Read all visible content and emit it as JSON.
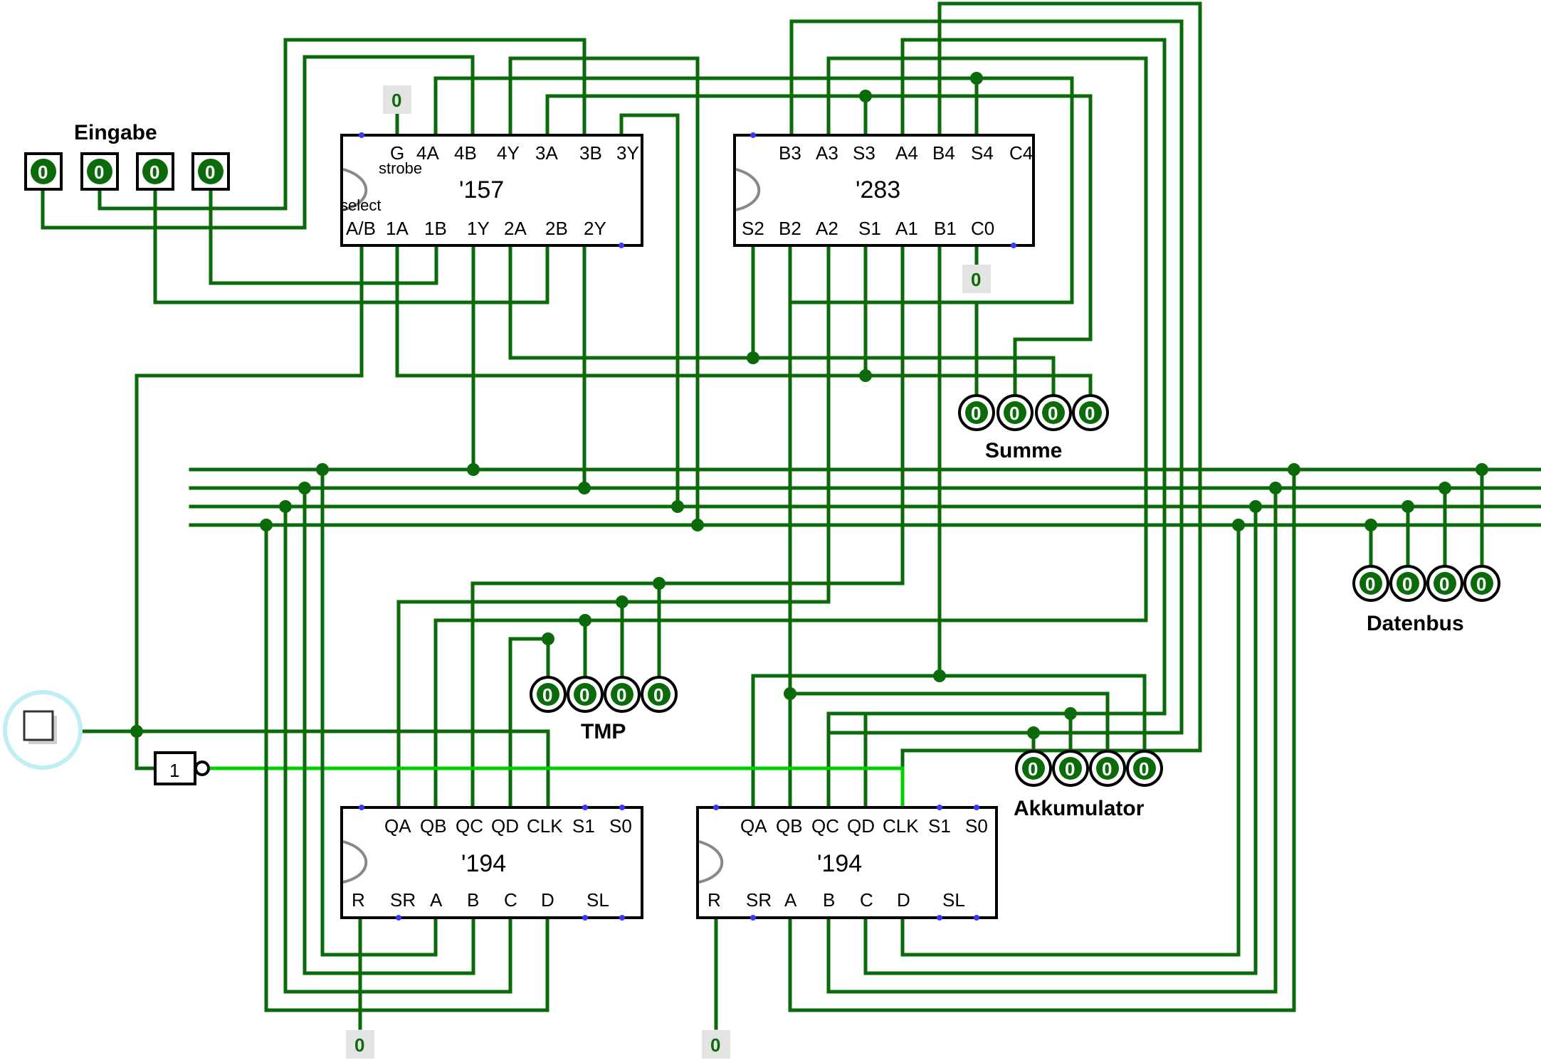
{
  "labels": {
    "eingabe": "Eingabe",
    "summe": "Summe",
    "datenbus": "Datenbus",
    "tmp": "TMP",
    "akkumulator": "Akkumulator"
  },
  "chips": {
    "mux": {
      "name": "'157",
      "top_pins": [
        "G",
        "4A",
        "4B",
        "4Y",
        "3A",
        "3B",
        "3Y"
      ],
      "bottom_pins": [
        "A/B",
        "1A",
        "1B",
        "1Y",
        "2A",
        "2B",
        "2Y"
      ],
      "strobe_label": "strobe",
      "select_label": "select"
    },
    "adder": {
      "name": "'283",
      "top_pins": [
        "B3",
        "A3",
        "S3",
        "A4",
        "B4",
        "S4",
        "C4"
      ],
      "bottom_pins": [
        "S2",
        "B2",
        "A2",
        "S1",
        "A1",
        "B1",
        "C0"
      ]
    },
    "shift_tmp": {
      "name": "'194",
      "top_pins": [
        "QA",
        "QB",
        "QC",
        "QD",
        "CLK",
        "S1",
        "S0"
      ],
      "bottom_pins": [
        "R",
        "SR",
        "A",
        "B",
        "C",
        "D",
        "SL"
      ]
    },
    "shift_acc": {
      "name": "'194",
      "top_pins": [
        "QA",
        "QB",
        "QC",
        "QD",
        "CLK",
        "S1",
        "S0"
      ],
      "bottom_pins": [
        "R",
        "SR",
        "A",
        "B",
        "C",
        "D",
        "SL"
      ]
    }
  },
  "not_gate_label": "1",
  "constants": {
    "mux_g": "0",
    "adder_c0": "0",
    "tmp_r": "0",
    "acc_r": "0"
  },
  "groups": {
    "eingabe": [
      "0",
      "0",
      "0",
      "0"
    ],
    "summe": [
      "0",
      "0",
      "0",
      "0"
    ],
    "datenbus": [
      "0",
      "0",
      "0",
      "0"
    ],
    "tmp": [
      "0",
      "0",
      "0",
      "0"
    ],
    "akkumulator": [
      "0",
      "0",
      "0",
      "0"
    ]
  },
  "colors": {
    "wire": "#0b6b0b",
    "wire_active": "#00d000",
    "chip_border": "#000000",
    "led_fill": "#0b6b0b",
    "button_glow": "#bfeff5"
  }
}
